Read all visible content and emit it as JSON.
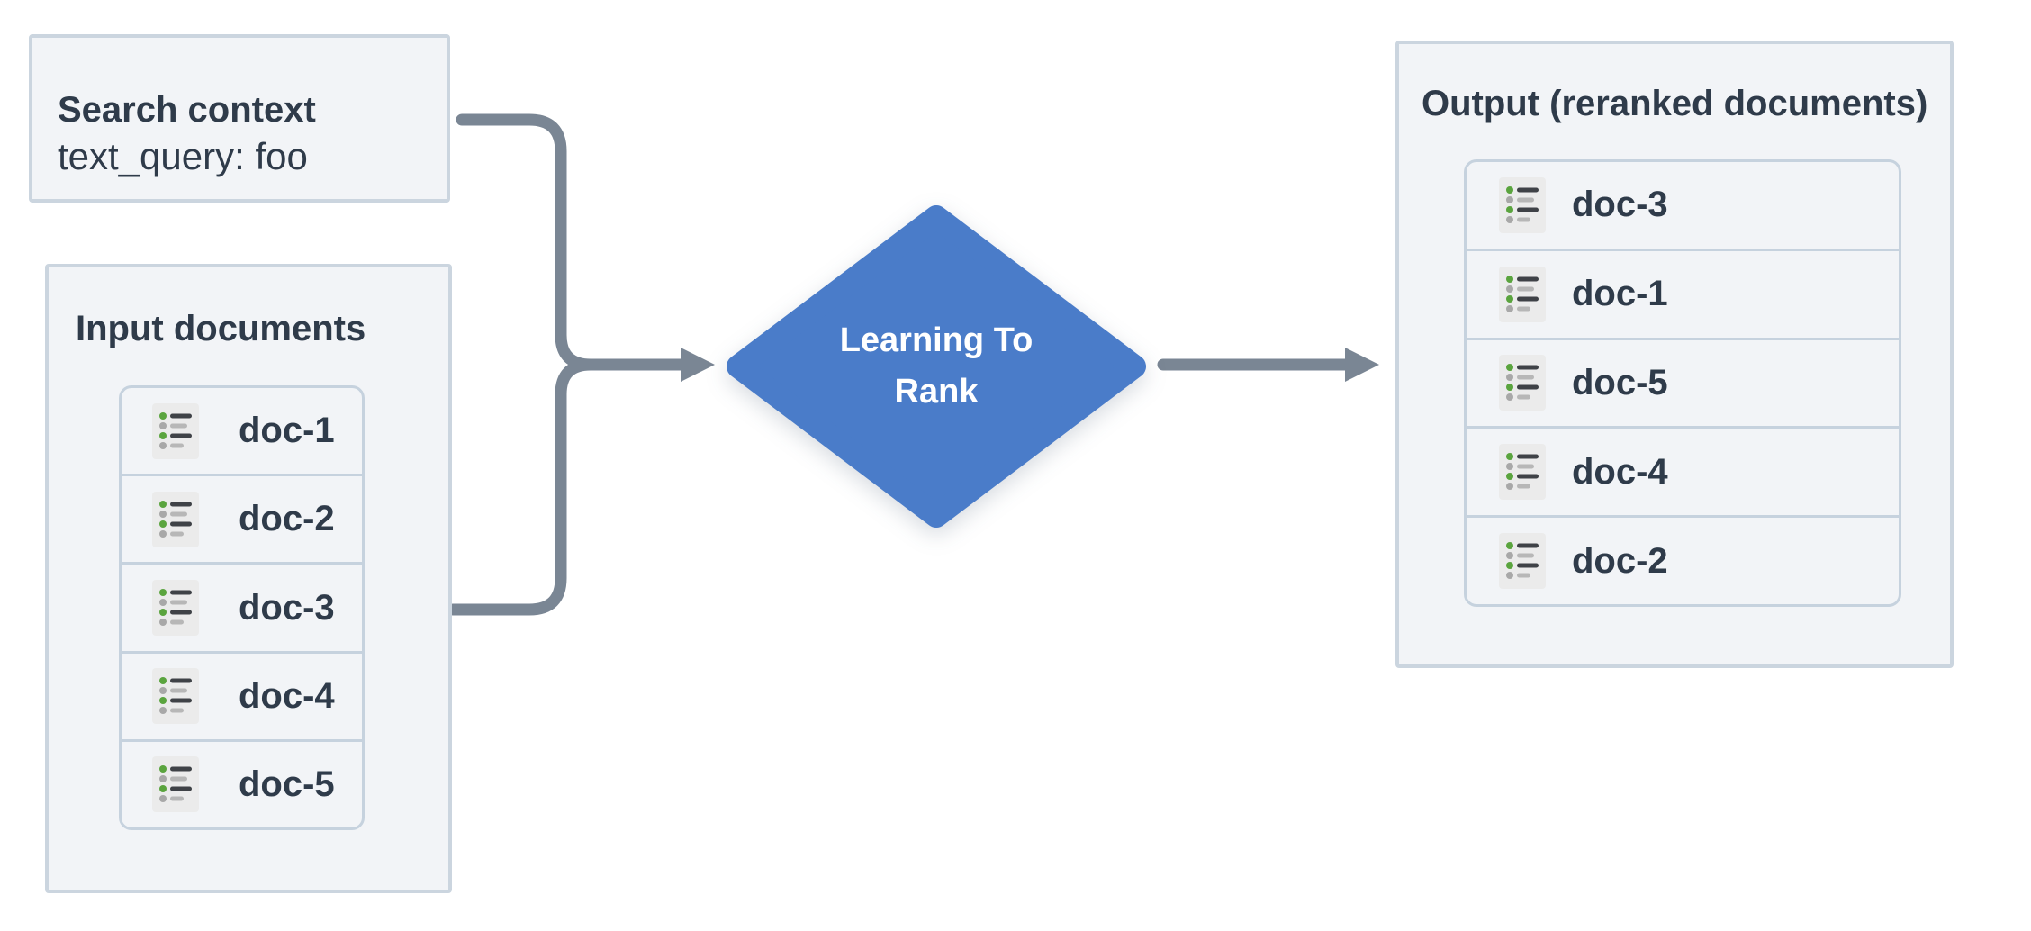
{
  "search_context": {
    "title": "Search context",
    "query_text": "text_query: foo"
  },
  "input_documents": {
    "title": "Input documents",
    "docs": [
      "doc-1",
      "doc-2",
      "doc-3",
      "doc-4",
      "doc-5"
    ]
  },
  "ltr_node": {
    "line1": "Learning To",
    "line2": "Rank"
  },
  "output": {
    "title": "Output (reranked documents)",
    "docs": [
      "doc-3",
      "doc-1",
      "doc-5",
      "doc-4",
      "doc-2"
    ]
  },
  "icons": {
    "doc": "list-icon"
  },
  "colors": {
    "box_bg": "#f2f4f7",
    "box_border": "#cbd5df",
    "inner_border": "#c6d2de",
    "text": "#2f3b4a",
    "diamond": "#4a7cc9",
    "diamond_text": "#ffffff",
    "arrow": "#7a8694",
    "icon_bg": "#ebebeb",
    "icon_green": "#5aa43e",
    "icon_dark": "#3f4247",
    "icon_light": "#b7b7b7",
    "icon_dot": "#a8a8a8"
  }
}
